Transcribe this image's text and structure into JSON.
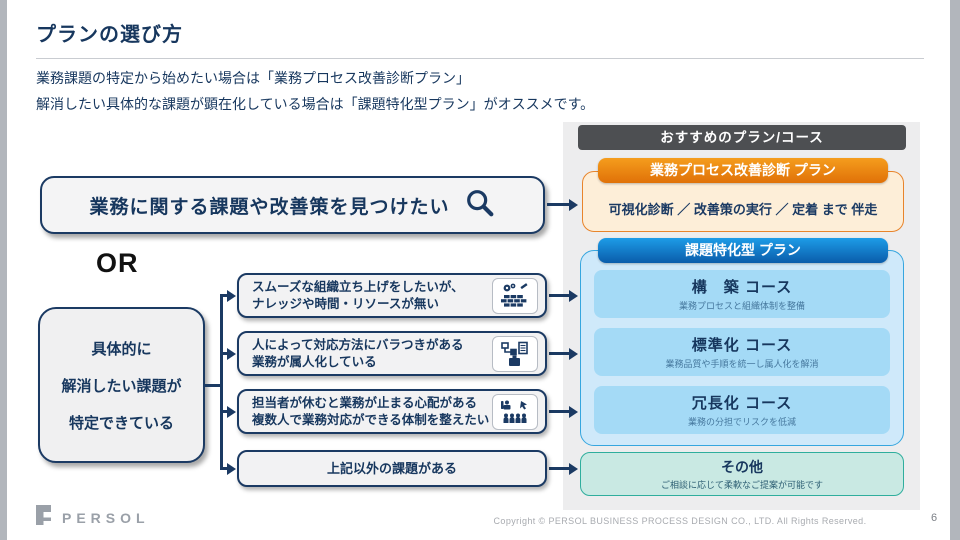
{
  "page": {
    "title": "プランの選び方",
    "intro_line1": "業務課題の特定から始めたい場合は「業務プロセス改善診断プラン」",
    "intro_line2": "解消したい具体的な課題が顕在化している場合は「課題特化型プラン」がオススメです。",
    "logo_text": "PERSOL",
    "copyright": "Copyright © PERSOL BUSINESS PROCESS DESIGN CO., LTD. All Rights Reserved.",
    "page_number": "6"
  },
  "flow": {
    "find_box": "業務に関する課題や改善策を見つけたい",
    "find_icon": "magnifier-icon",
    "or_label": "OR",
    "specific_box_lines": [
      "具体的に",
      "解消したい課題が",
      "特定できている"
    ],
    "issues": [
      {
        "lines": [
          "スムーズな組織立ち上げをしたいが、",
          "ナレッジや時間・リソースが無い"
        ],
        "icon": "organization-build-icon"
      },
      {
        "lines": [
          "人によって対応方法にバラつきがある",
          "業務が属人化している"
        ],
        "icon": "process-standardize-icon"
      },
      {
        "lines": [
          "担当者が休むと業務が止まる心配がある",
          "複数人で業務対応ができる体制を整えたい"
        ],
        "icon": "team-coverage-icon"
      },
      {
        "lines": [
          "上記以外の課題がある"
        ],
        "icon": ""
      }
    ]
  },
  "recommend": {
    "header": "おすすめのプラン/コース",
    "diagnosis_plan": {
      "title": "業務プロセス改善診断 プラン",
      "body": "可視化診断 ／ 改善策の実行 ／ 定着 まで 伴走"
    },
    "specialized_plan": {
      "title": "課題特化型 プラン",
      "courses": [
        {
          "name": "構　築 コース",
          "desc": "業務プロセスと組織体制を整備"
        },
        {
          "name": "標準化 コース",
          "desc": "業務品質や手順を統一し属人化を解消"
        },
        {
          "name": "冗長化 コース",
          "desc": "業務の分担でリスクを低減"
        }
      ]
    },
    "other": {
      "name": "その他",
      "desc": "ご相談に応じて柔軟なご提案が可能です"
    }
  },
  "colors": {
    "navy": "#1b3a63",
    "text_navy": "#17375e",
    "header_gray": "#4d4f52",
    "panel_gray": "#ededee",
    "orange_border": "#e8842b",
    "orange_gradient_top": "#f59d1d",
    "orange_gradient_bottom": "#e07108",
    "cream": "#fdeed8",
    "blue_gradient_top": "#1d9ce7",
    "blue_gradient_bottom": "#0a5caa",
    "blue_container": "#cfe9fa",
    "blue_border": "#36a6df",
    "blue_course": "#a4daf6",
    "teal_fill": "#c9e9e3",
    "teal_border": "#2fae9d",
    "logo_gray": "#9aa0a8"
  }
}
